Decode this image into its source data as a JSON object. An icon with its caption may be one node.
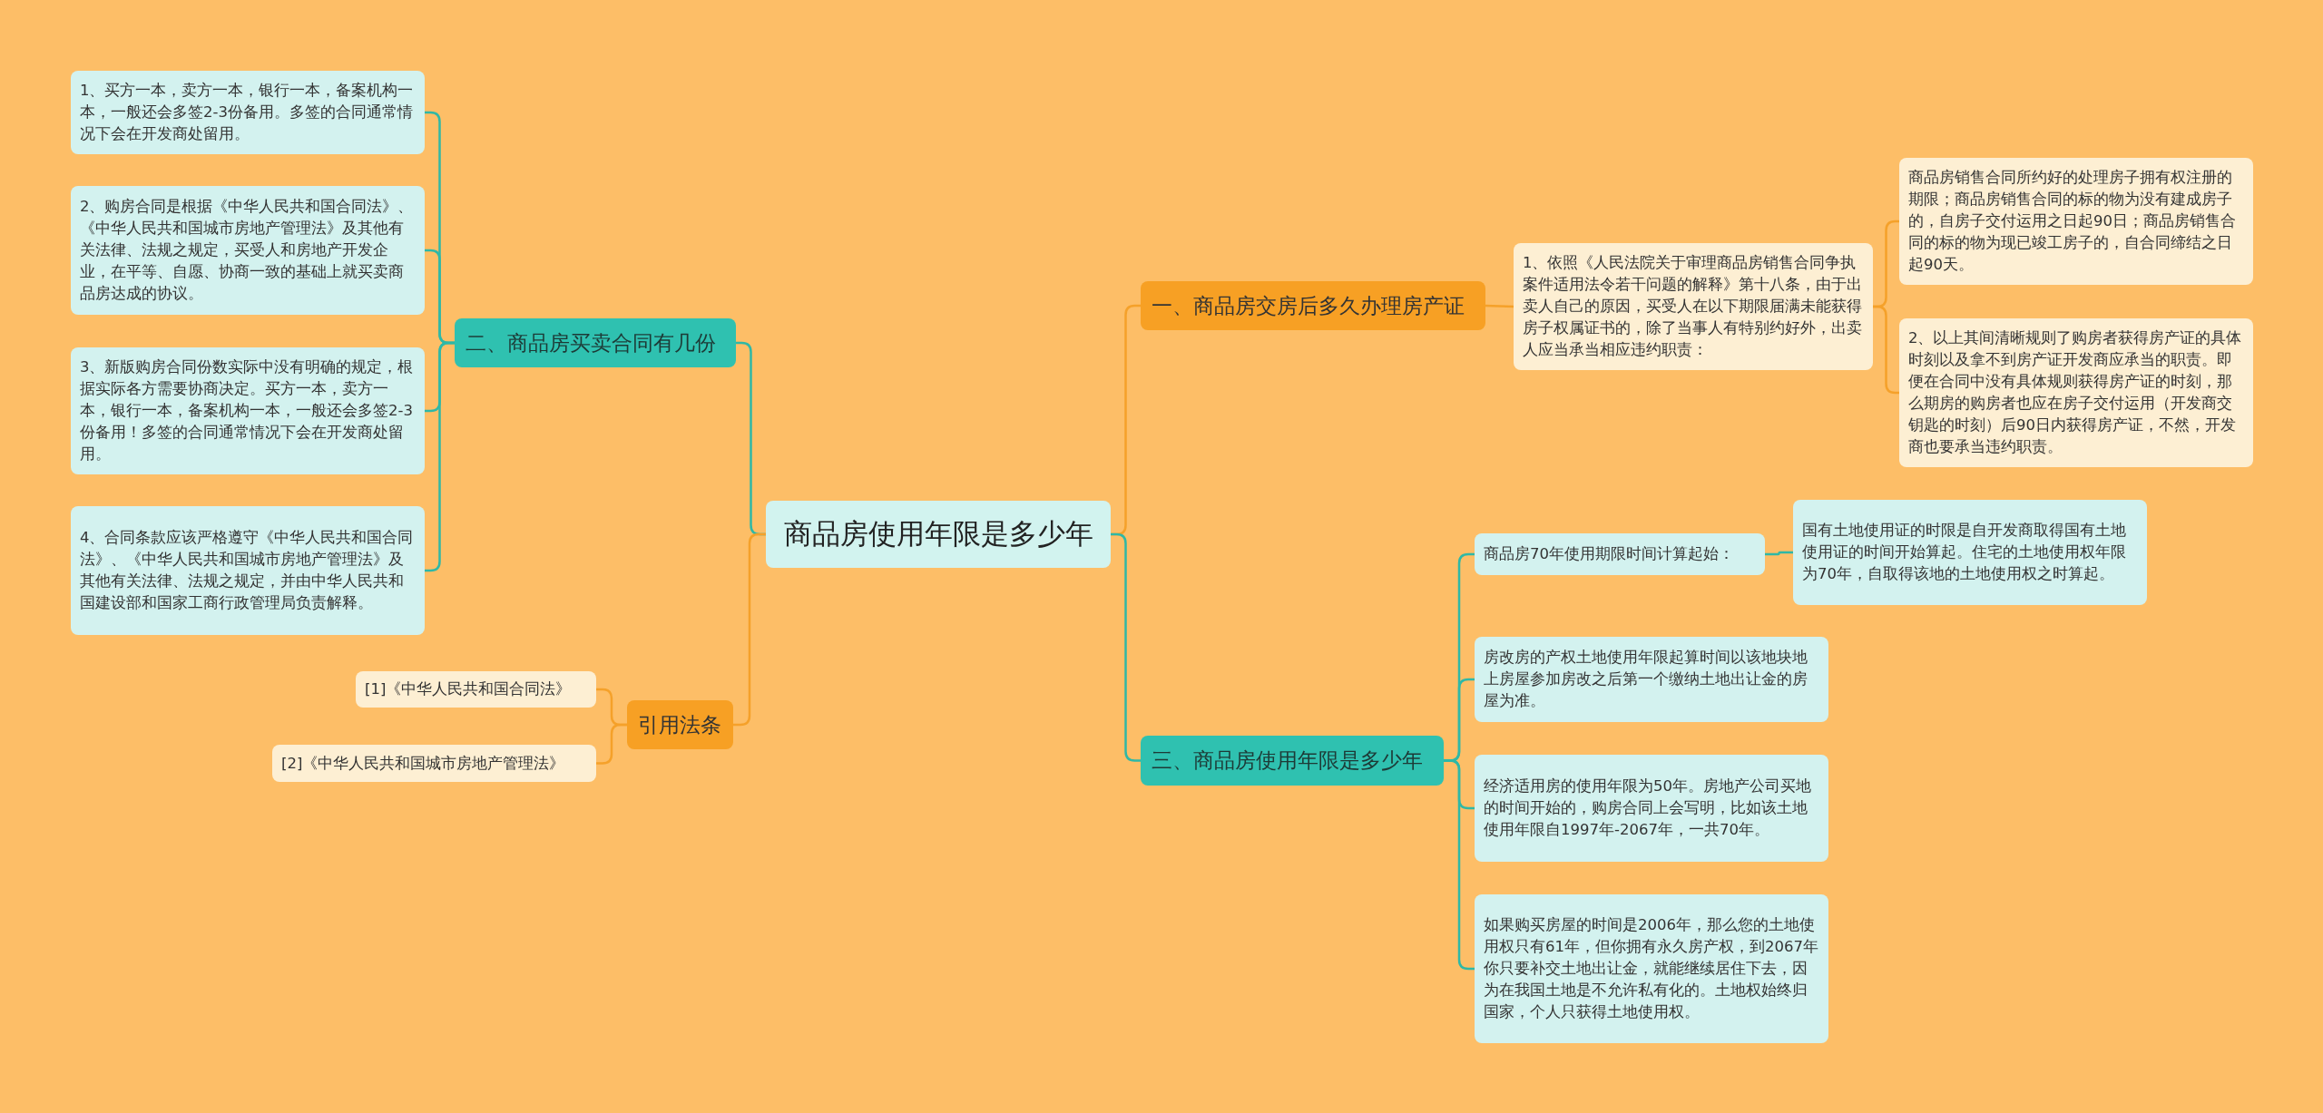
{
  "diagram": {
    "nodes": [
      {
        "text": [
          "商品房使用年限是多少年"
        ]
      },
      {
        "text": [
          "一、商品房交房后多久办理房产证"
        ]
      },
      {
        "text": [
          "1、依照《人民法院关于审理商品房销售合同争执案件适用法令若干问题的解释》第十八条，由于出卖人自己的原因，买受人在以下期限届满未能获得房子权属证书的，除了当事人有特别约好外，出卖人应当承当相应违约职责："
        ]
      },
      {
        "text": [
          "商品房销售合同所约好的处理房子拥有权注册的期限；商品房销售合同的标的物为没有建成房子的，自房子交付运用之日起90日；商品房销售合同的标的物为现已竣工房子的，自合同缔结之日起90天。"
        ]
      },
      {
        "text": [
          "2、以上其间清晰规则了购房者获得房产证的具体时刻以及拿不到房产证开发商应承当的职责。即便在合同中没有具体规则获得房产证的时刻，那么期房的购房者也应在房子交付运用（开发商交钥匙的时刻）后90日内获得房产证，不然，开发商也要承当违约职责。"
        ]
      },
      {
        "text": [
          "三、商品房使用年限是多少年"
        ]
      },
      {
        "text": [
          "商品房70年使用期限时间计算起始："
        ]
      },
      {
        "text": [
          "国有土地使用证的时限是自开发商取得国有土地使用证的时间开始算起。住宅的土地使用权年限为70年，自取得该地的土地使用权之时算起。"
        ]
      },
      {
        "text": [
          "房改房的产权土地使用年限起算时间以该地块地上房屋参加房改之后第一个缴纳土地出让金的房屋为准。"
        ]
      },
      {
        "text": [
          "经济适用房的使用年限为50年。房地产公司买地的时间开始的，购房合同上会写明，比如该土地使用年限自1997年-2067年，一共70年。"
        ]
      },
      {
        "text": [
          "如果购买房屋的时间是2006年，那么您的土地使用权只有61年，但你拥有永久房产权，到2067年你只要补交土地出让金，就能继续居住下去，因为在我国土地是不允许私有化的。土地权始终归国家，个人只获得土地使用权。"
        ]
      },
      {
        "text": [
          "二、商品房买卖合同有几份"
        ]
      },
      {
        "text": [
          "1、买方一本，卖方一本，银行一本，备案机构一本，一般还会多签2-3份备用。多签的合同通常情况下会在开发商处留用。"
        ]
      },
      {
        "text": [
          "2、购房合同是根据《中华人民共和国合同法》、《中华人民共和国城市房地产管理法》及其他有关法律、法规之规定，买受人和房地产开发企业，在平等、自愿、协商一致的基础上就买卖商品房达成的协议。"
        ]
      },
      {
        "text": [
          "3、新版购房合同份数实际中没有明确的规定，根据实际各方需要协商决定。买方一本，卖方一本，银行一本，备案机构一本，一般还会多签2-3份备用！多签的合同通常情况下会在开发商处留用。"
        ]
      },
      {
        "text": [
          "4、合同条款应该严格遵守《中华人民共和国合同法》、《中华人民共和国城市房地产管理法》及其他有关法律、法规之规定，并由中华人民共和国建设部和国家工商行政管理局负责解释。"
        ]
      },
      {
        "text": [
          "引用法条"
        ]
      },
      {
        "text": [
          "[1]《中华人民共和国合同法》"
        ]
      },
      {
        "text": [
          "[2]《中华人民共和国城市房地产管理法》"
        ]
      }
    ],
    "edges": [
      {
        "from": 0,
        "to": 1,
        "arrow": "none",
        "color": "#f5a12a"
      },
      {
        "from": 1,
        "to": 2,
        "arrow": "none",
        "color": "#f5a12a"
      },
      {
        "from": 2,
        "to": 3,
        "arrow": "none",
        "color": "#f5a12a"
      },
      {
        "from": 2,
        "to": 4,
        "arrow": "none",
        "color": "#f5a12a"
      },
      {
        "from": 0,
        "to": 5,
        "arrow": "none"
      },
      {
        "from": 5,
        "to": 6,
        "arrow": "none"
      },
      {
        "from": 6,
        "to": 7,
        "arrow": "none"
      },
      {
        "from": 5,
        "to": 8,
        "arrow": "none"
      },
      {
        "from": 5,
        "to": 9,
        "arrow": "none"
      },
      {
        "from": 5,
        "to": 10,
        "arrow": "none"
      },
      {
        "from": 0,
        "to": 11,
        "arrow": "none"
      },
      {
        "from": 11,
        "to": 12,
        "arrow": "none"
      },
      {
        "from": 11,
        "to": 13,
        "arrow": "none"
      },
      {
        "from": 11,
        "to": 14,
        "arrow": "none"
      },
      {
        "from": 11,
        "to": 15,
        "arrow": "none"
      },
      {
        "from": 0,
        "to": 16,
        "arrow": "none",
        "color": "#f5a12a"
      },
      {
        "from": 16,
        "to": 17,
        "arrow": "none",
        "color": "#f5a12a"
      },
      {
        "from": 16,
        "to": 18,
        "arrow": "none",
        "color": "#f5a12a"
      }
    ]
  }
}
